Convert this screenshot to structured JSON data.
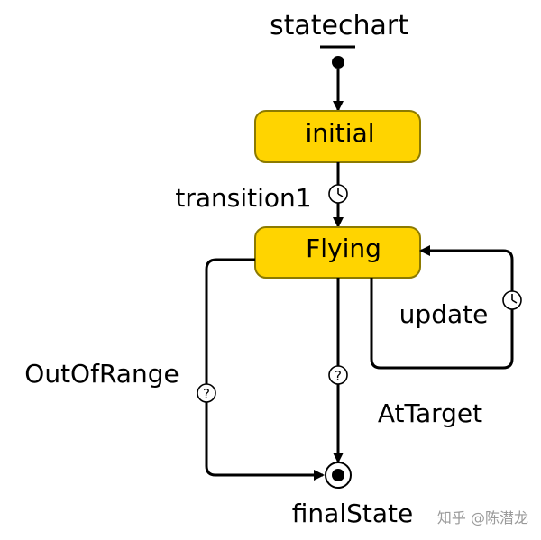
{
  "diagram": {
    "title": "statechart",
    "states": {
      "initial": "initial",
      "flying": "Flying"
    },
    "transitions": {
      "transition1": "transition1",
      "update": "update",
      "out_of_range": "OutOfRange",
      "at_target": "AtTarget"
    },
    "final_state_label": "finalState",
    "colors": {
      "state_fill": "#FFD400",
      "state_stroke": "#8C7A00",
      "line": "#000000"
    },
    "icons": {
      "timeout": "clock-icon",
      "condition": "question-mark-icon"
    }
  },
  "watermark": "知乎 @陈潜龙"
}
